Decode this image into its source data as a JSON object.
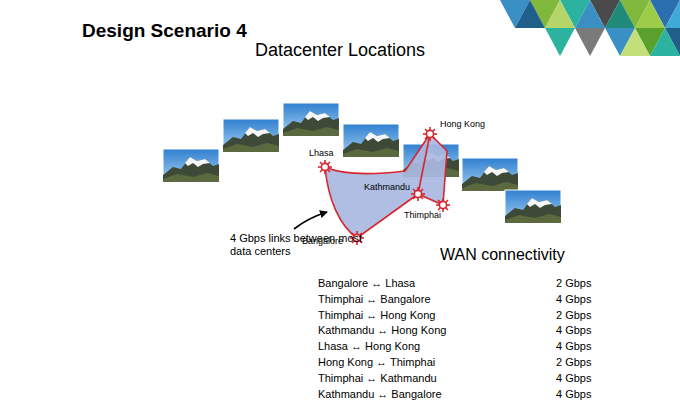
{
  "diagram": {
    "title": "Design Scenario 4",
    "labels": [
      "Datacenter Locations",
      "Hong Kong",
      "Lhasa",
      "Kathmandu",
      "Thimphai",
      "Bangalore",
      "4 Gbps links between most data centers",
      "WAN connectivity",
      "Bangalore ↔ Lhasa",
      "2 Gbps",
      "Thimphai ↔ Bangalore",
      "4 Gbps",
      "Thimphai ↔ Hong Kong",
      "2 Gbps",
      "Kathmandu ↔ Hong Kong",
      "4 Gbps",
      "Lhasa ↔ Hong Kong",
      "4 Gbps",
      "Hong Kong ↔ Thimphai",
      "2 Gbps",
      "Thimphai ↔ Kathmandu",
      "4 Gbps",
      "Kathmandu ↔ Bangalore",
      "4 Gbps"
    ]
  }
}
